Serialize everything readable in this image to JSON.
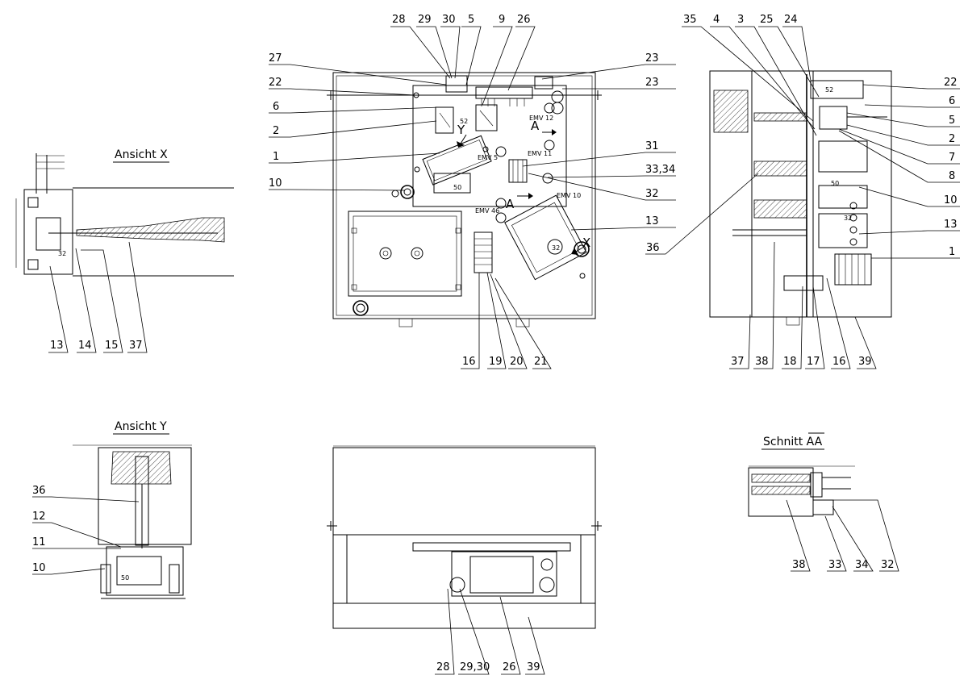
{
  "views": {
    "ansicht_x": "Ansicht X",
    "ansicht_y": "Ansicht Y",
    "schnitt_prefix": "Schnitt ",
    "schnitt_suffix": "AA"
  },
  "markers": {
    "a": "A",
    "x": "X",
    "y": "Y"
  },
  "callouts": {
    "c1": "1",
    "c2": "2",
    "c3": "3",
    "c4": "4",
    "c5": "5",
    "c6": "6",
    "c7": "7",
    "c8": "8",
    "c9": "9",
    "c10": "10",
    "c11": "11",
    "c12": "12",
    "c13": "13",
    "c14": "14",
    "c15": "15",
    "c16": "16",
    "c17": "17",
    "c18": "18",
    "c19": "19",
    "c20": "20",
    "c21": "21",
    "c22": "22",
    "c23": "23",
    "c24": "24",
    "c25": "25",
    "c26": "26",
    "c27": "27",
    "c28": "28",
    "c29": "29",
    "c30": "30",
    "c31": "31",
    "c32": "32",
    "c33": "33",
    "c34": "34",
    "c35": "35",
    "c36": "36",
    "c37": "37",
    "c38": "38",
    "c39": "39",
    "c33_34": "33,34",
    "c29_30": "29,30"
  },
  "labels": {
    "emv12": "EMV 12",
    "emv11": "EMV 11",
    "emv10": "EMV 10",
    "emv5": "EMV 5",
    "emv46": "EMV 46",
    "n50": "50",
    "n32": "32",
    "n52": "52"
  }
}
